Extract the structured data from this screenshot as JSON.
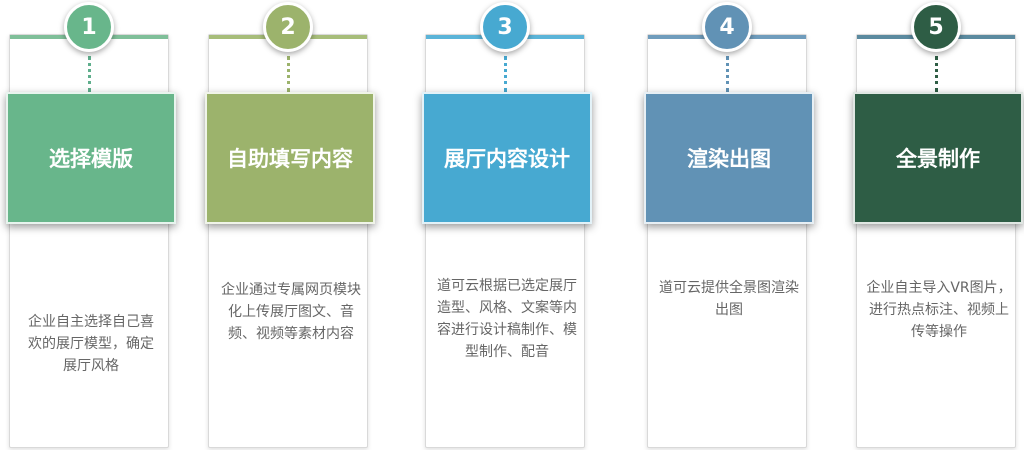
{
  "steps": [
    {
      "number": "1",
      "title": "选择模版",
      "description": "企业自主选择自己喜欢的展厅模型，确定展厅风格",
      "color": "#68b68b",
      "bar_color": "#7fbf99"
    },
    {
      "number": "2",
      "title": "自助填写内容",
      "description": "企业通过专属网页模块化上传展厅图文、音频、视频等素材内容",
      "color": "#9cb36c",
      "bar_color": "#a7bd7a"
    },
    {
      "number": "3",
      "title": "展厅内容设计",
      "description": "道可云根据已选定展厅造型、风格、文案等内容进行设计稿制作、模型制作、配音",
      "color": "#47a9d1",
      "bar_color": "#5bb4d8"
    },
    {
      "number": "4",
      "title": "渲染出图",
      "description": "道可云提供全景图渲染出图",
      "color": "#6192b5",
      "bar_color": "#6f9cbc"
    },
    {
      "number": "5",
      "title": "全景制作",
      "description": "企业自主导入VR图片，进行热点标注、视频上传等操作",
      "color": "#2e5d45",
      "bar_color": "#5b8a9f"
    }
  ]
}
